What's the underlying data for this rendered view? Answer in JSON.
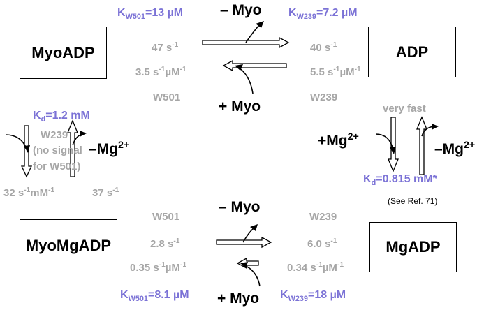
{
  "colors": {
    "rate_gray": "#a6a6a6",
    "constant_blue": "#7b72d6",
    "text_black": "#000000"
  },
  "boxes": {
    "myoadp": "MyoADP",
    "adp": "ADP",
    "myomgadp": "MyoMgADP",
    "mgadp": "MgADP"
  },
  "top": {
    "k_left_base": "K",
    "k_left_sub": "W501",
    "k_left_val": "=13 µM",
    "k_right_base": "K",
    "k_right_sub": "W239",
    "k_right_val": "=7.2 µM",
    "minus_myo": "– Myo",
    "plus_myo": "+ Myo",
    "rate_left_1": "47 s",
    "rate_left_1_exp": "-1",
    "rate_left_2": "3.5 s",
    "rate_left_2_exp1": "-1",
    "rate_left_2_mid": "µM",
    "rate_left_2_exp2": "-1",
    "rate_right_1": "40 s",
    "rate_right_1_exp": "-1",
    "rate_right_2": "5.5 s",
    "rate_right_2_exp1": "-1",
    "rate_right_2_mid": "µM",
    "rate_right_2_exp2": "-1",
    "probe_left": "W501",
    "probe_right": "W239"
  },
  "left": {
    "kd_base": "K",
    "kd_sub": "d",
    "kd_val": "=1.2 mM",
    "probe": "W239",
    "note_line1": "(no signal",
    "note_line2": "for W501)",
    "minus_mg": "–Mg",
    "minus_mg_sup": "2+",
    "rate_down": "32 s",
    "rate_down_exp1": "-1",
    "rate_down_mid": "mM",
    "rate_down_exp2": "-1",
    "rate_up": "37 s",
    "rate_up_exp": "-1"
  },
  "right": {
    "very_fast": "very fast",
    "plus_mg": "+Mg",
    "plus_mg_sup": "2+",
    "minus_mg": "–Mg",
    "minus_mg_sup": "2+",
    "kd_base": "K",
    "kd_sub": "d",
    "kd_val": "=0.815 mM*",
    "ref": "(See Ref. 71)"
  },
  "bottom": {
    "probe_left": "W501",
    "probe_right": "W239",
    "minus_myo": "– Myo",
    "plus_myo": "+ Myo",
    "rate_left_1": "2.8 s",
    "rate_left_1_exp": "-1",
    "rate_left_2": "0.35 s",
    "rate_left_2_exp1": "-1",
    "rate_left_2_mid": "µM",
    "rate_left_2_exp2": "-1",
    "rate_right_1": "6.0 s",
    "rate_right_1_exp": "-1",
    "rate_right_2": "0.34 s",
    "rate_right_2_exp1": "-1",
    "rate_right_2_mid": "µM",
    "rate_right_2_exp2": "-1",
    "k_left_base": "K",
    "k_left_sub": "W501",
    "k_left_val": "=8.1 µM",
    "k_right_base": "K",
    "k_right_sub": "W239",
    "k_right_val": "=18 µM"
  }
}
